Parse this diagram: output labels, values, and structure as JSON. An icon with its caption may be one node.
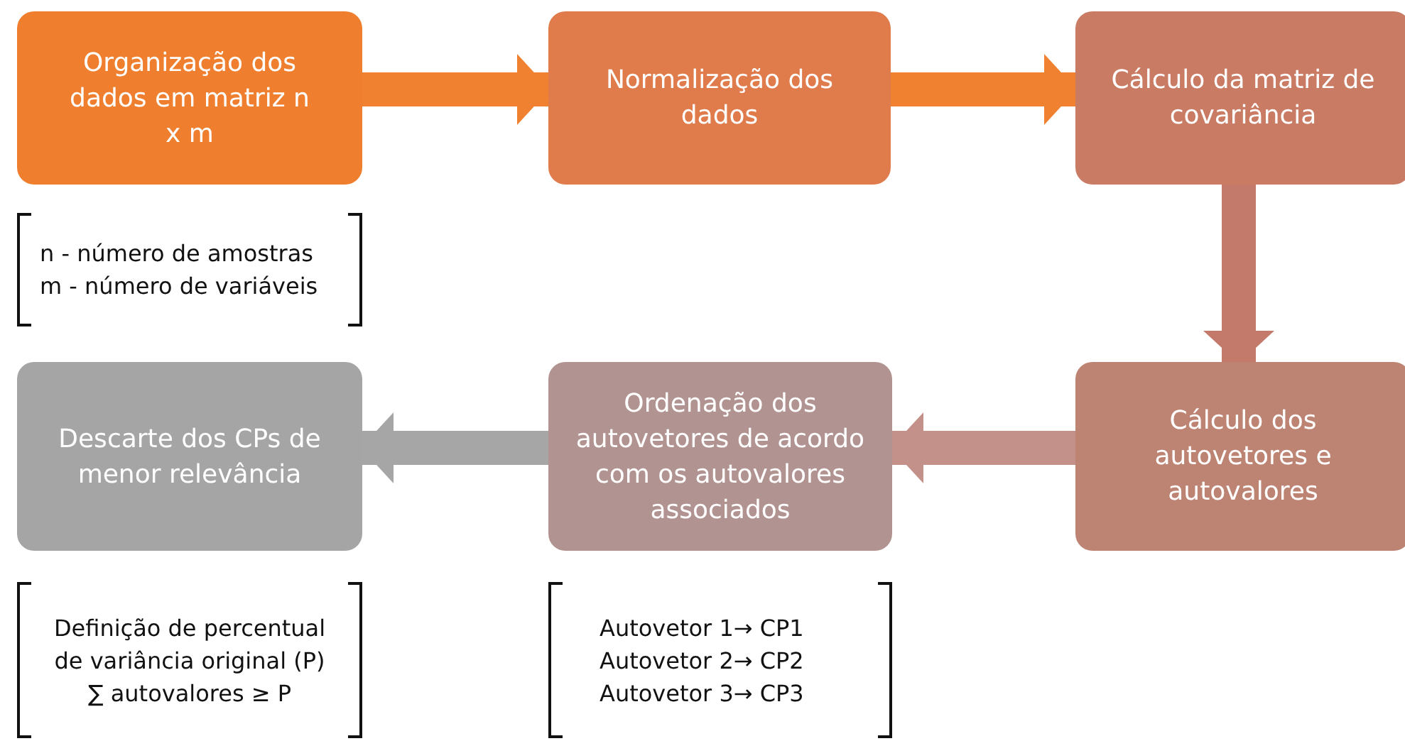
{
  "diagram": {
    "nodes": [
      {
        "text": [
          "Organização dos dados em matriz n x m"
        ],
        "beside": [
          "n - número de amostras",
          "m - número de variáveis"
        ]
      },
      {
        "text": [
          "Normalização dos dados"
        ]
      },
      {
        "text": [
          "Cálculo da matriz de covariância"
        ]
      },
      {
        "text": [
          "Cálculo dos autovetores e autovalores"
        ]
      },
      {
        "text": [
          "Ordenação dos autovetores de acordo com os autovalores associados"
        ],
        "beside": [
          "Autovetor 1→ CP1",
          "Autovetor 2→ CP2",
          "Autovetor 3→ CP3"
        ]
      },
      {
        "text": [
          "Descarte dos CPs de menor relevância"
        ],
        "beside": [
          "Definição de percentual de variância original (P)",
          "∑ autovalores  ≥ P"
        ]
      }
    ],
    "edges": [
      {
        "from": 0,
        "to": 1,
        "arrow": "to",
        "color": "#ef8131"
      },
      {
        "from": 1,
        "to": 2,
        "arrow": "to",
        "color": "#ef8131"
      },
      {
        "from": 2,
        "to": 3,
        "arrow": "to",
        "color": "#c47a6a"
      },
      {
        "from": 3,
        "to": 4,
        "arrow": "to",
        "color": "#c3918a"
      },
      {
        "from": 4,
        "to": 5,
        "arrow": "to",
        "color": "#a6a6a6"
      }
    ]
  }
}
